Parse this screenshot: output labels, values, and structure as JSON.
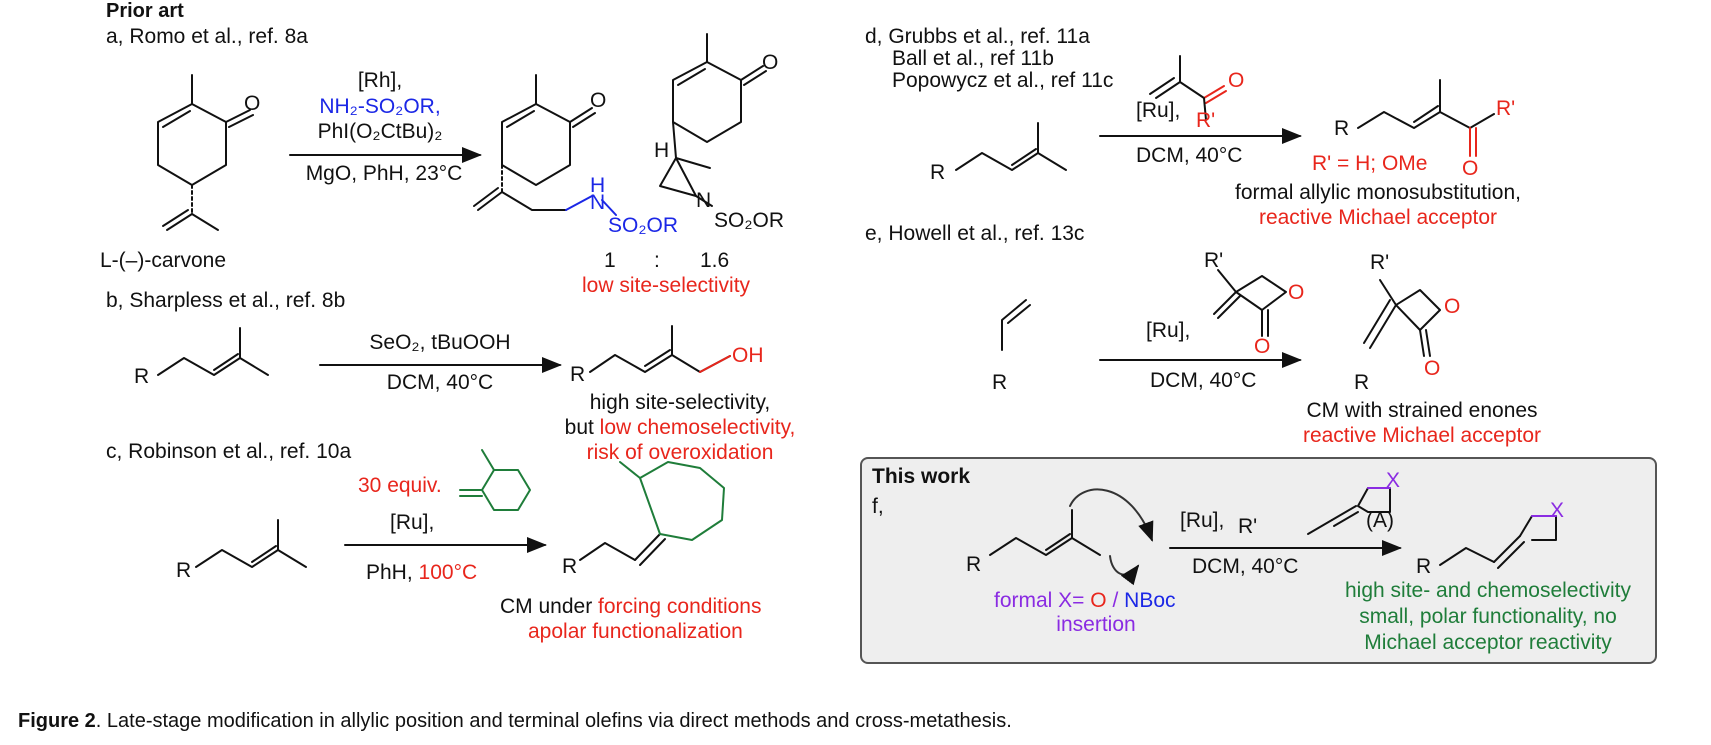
{
  "header": {
    "title": "Prior art"
  },
  "panel_a": {
    "label": "a, Romo et al., ref. 8a",
    "reagents": [
      "[Rh],",
      "NH₂-SO₂OR,",
      "PhI(O₂CtBu)₂",
      "MgO, PhH, 23°C"
    ],
    "substrate_name": "L-(–)-carvone",
    "ratio_left": "1",
    "ratio_sep": ":",
    "ratio_right": "1.6",
    "note": "low site-selectivity",
    "product1_sub": "SO₂OR",
    "product1_nh": "H",
    "product1_n": "N",
    "product2_sub": "SO₂OR",
    "product2_n": "N",
    "product2_h": "H",
    "ketone_o": "O"
  },
  "panel_b": {
    "label": "b, Sharpless et al., ref. 8b",
    "reagents_top": "SeO₂, tBuOOH",
    "reagents_bottom": "DCM, 40°C",
    "r": "R",
    "oh": "OH",
    "note1": "high site-selectivity,",
    "note2_prefix": "but ",
    "note2_red": "low chemoselectivity,",
    "note3": "risk of overoxidation"
  },
  "panel_c": {
    "label": "c, Robinson et al., ref. 10a",
    "equiv": "30 equiv.",
    "reagent_ru": "[Ru],",
    "solvent": "PhH, ",
    "temp": "100°C",
    "r": "R",
    "note1_prefix": "CM under ",
    "note1_red": "forcing conditions",
    "note2": "apolar functionalization"
  },
  "panel_d": {
    "label_line1": "d, Grubbs et al., ref. 11a",
    "label_line2": "Ball et al., ref 11b",
    "label_line3": "Popowycz et al., ref 11c",
    "reagent_ru": "[Ru],",
    "conditions": "DCM, 40°C",
    "r": "R",
    "rprime": "R'",
    "o": "O",
    "substituent": "R' = H; OMe",
    "note1": "formal allylic monosubstitution,",
    "note2": "reactive Michael acceptor"
  },
  "panel_e": {
    "label": "e, Howell et al., ref. 13c",
    "reagent_ru": "[Ru],",
    "conditions": "DCM, 40°C",
    "r": "R",
    "rprime": "R'",
    "o": "O",
    "note1": "CM with strained enones",
    "note2": "reactive Michael acceptor"
  },
  "panel_f": {
    "box_title": "This work",
    "label": "f,",
    "reagent_ru": "[Ru], ",
    "rprime": "R'",
    "x": "X",
    "reagent_tag": "(A)",
    "conditions": "DCM, 40°C",
    "r": "R",
    "insert1_prefix": "formal X= ",
    "insert1_o": "O",
    "insert1_sep": " / ",
    "insert1_nboc": "NBoc",
    "insert2": "insertion",
    "note1": "high site- and chemoselectivity",
    "note2": "small, polar functionality, no",
    "note3": "Michael acceptor reactivity"
  },
  "caption": {
    "label": "Figure 2",
    "text": ". Late-stage modification in allylic position and terminal olefins via direct methods and cross-metathesis."
  },
  "colors": {
    "black": "#111111",
    "red": "#e8261c",
    "blue": "#1b27e6",
    "green": "#1f7d3a",
    "purple": "#8a2be2",
    "box": "#eeeeee"
  }
}
